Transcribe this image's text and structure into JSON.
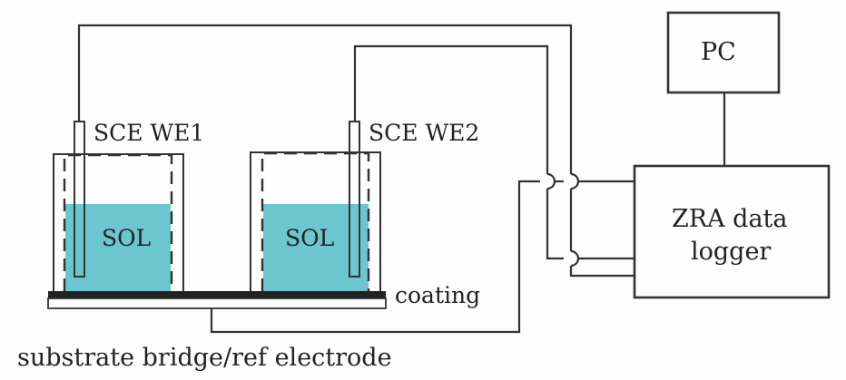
{
  "diagram": {
    "labels": {
      "sce_we1": "SCE WE1",
      "sce_we2": "SCE WE2",
      "sol_left": "SOL",
      "sol_right": "SOL",
      "coating": "coating",
      "substrate": "substrate bridge/ref electrode",
      "pc": "PC",
      "zra_line1": "ZRA data",
      "zra_line2": "logger"
    },
    "colors": {
      "solution": "#6cc6d0",
      "line": "#333333",
      "coating": "#222222",
      "background": "#fdfdfd"
    },
    "components": [
      "SCE WE1 cell",
      "SCE WE2 cell",
      "coating",
      "substrate bridge/ref electrode",
      "PC",
      "ZRA data logger"
    ],
    "connections": [
      {
        "from": "SCE WE1",
        "to": "ZRA data logger"
      },
      {
        "from": "SCE WE2",
        "to": "ZRA data logger"
      },
      {
        "from": "substrate bridge/ref electrode",
        "to": "ZRA data logger"
      },
      {
        "from": "PC",
        "to": "ZRA data logger"
      }
    ]
  }
}
